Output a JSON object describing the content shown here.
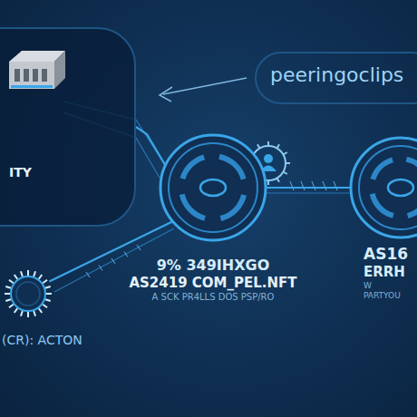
{
  "diagram": {
    "nodes": [
      {
        "text": [
          "ITY"
        ]
      },
      {
        "text": [
          "9% 349IHXGO",
          "AS2419 COM_PEL.NFT",
          "A SCK PR4LLS DOS PSP/RO"
        ]
      },
      {
        "text": [
          "AS16",
          "ERRH",
          "W",
          "PARTYOU"
        ]
      },
      {
        "text": [
          "(CR): ACTON"
        ]
      }
    ],
    "edges": [
      {
        "from": 0,
        "to": 1,
        "arrow": "none"
      },
      {
        "from": 1,
        "to": 2,
        "arrow": "none"
      },
      {
        "from": 3,
        "to": 1,
        "arrow": "none"
      }
    ],
    "labels": [
      "peeringoclips"
    ]
  }
}
